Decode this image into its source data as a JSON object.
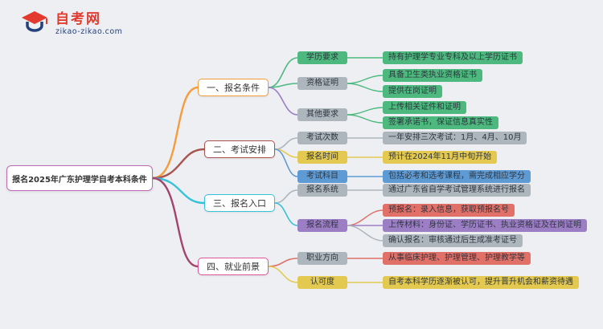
{
  "palette": {
    "background": "#EDEFF3",
    "brandRed": "#E23A2E",
    "brandBlue": "#24427C",
    "orange": "#F59C3C",
    "darkRed": "#A9534E",
    "cyan": "#36C3D8",
    "magenta": "#E0559D",
    "darkMagenta": "#A3446E",
    "rootBorder": "#C06BB5",
    "green": "#4DB97E",
    "gray": "#ADB5BD",
    "yellow": "#E3C94F",
    "blue": "#5E9BD4",
    "purple": "#9C7EC4",
    "red": "#E07068"
  },
  "logo": {
    "site_name": "自考网",
    "site_url": "zikao-zikao.com"
  },
  "mindmap": {
    "root": "报名2025年广东护理学自考本科条件",
    "branches": [
      {
        "label": "一、报名条件",
        "children": [
          {
            "label": "学历要求",
            "leaves": [
              "持有护理学专业专科及以上学历证书"
            ]
          },
          {
            "label": "资格证明",
            "leaves": [
              "具备卫生类执业资格证书",
              "提供在岗证明"
            ]
          },
          {
            "label": "其他要求",
            "leaves": [
              "上传相关证件和证明",
              "签署承诺书，保证信息真实性"
            ]
          }
        ]
      },
      {
        "label": "二、考试安排",
        "children": [
          {
            "label": "考试次数",
            "leaves": [
              "一年安排三次考试：1月、4月、10月"
            ]
          },
          {
            "label": "报名时间",
            "leaves": [
              "预计在2024年11月中旬开始"
            ]
          },
          {
            "label": "考试科目",
            "leaves": [
              "包括必考和选考课程，需完成相应学分"
            ]
          }
        ]
      },
      {
        "label": "三、报名入口",
        "children": [
          {
            "label": "报名系统",
            "leaves": [
              "通过广东省自学考试管理系统进行报名"
            ]
          },
          {
            "label": "报名流程",
            "leaves": [
              "预报名：录入信息，获取预报名号",
              "上传材料：身份证、学历证书、执业资格证及在岗证明",
              "确认报名：审核通过后生成准考证号"
            ]
          }
        ]
      },
      {
        "label": "四、就业前景",
        "children": [
          {
            "label": "职业方向",
            "leaves": [
              "从事临床护理、护理管理、护理教学等"
            ]
          },
          {
            "label": "认可度",
            "leaves": [
              "自考本科学历逐渐被认可，提升晋升机会和薪资待遇"
            ]
          }
        ]
      }
    ]
  }
}
